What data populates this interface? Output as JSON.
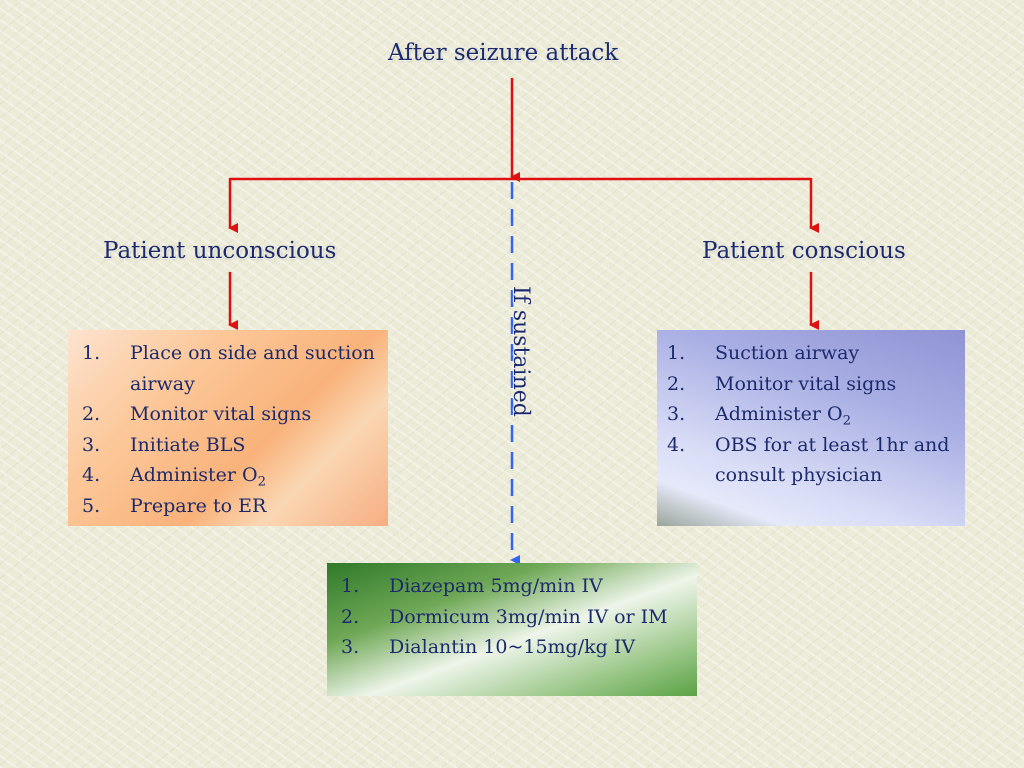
{
  "title": "After seizure attack",
  "branches": {
    "left_heading": "Patient unconscious",
    "right_heading": "Patient conscious",
    "center_label": "If sustained"
  },
  "left_box": {
    "items": [
      {
        "num": "1.",
        "text": "Place on side and suction airway"
      },
      {
        "num": "2.",
        "text": "Monitor vital signs"
      },
      {
        "num": "3.",
        "text": "Initiate BLS"
      },
      {
        "num": "4.",
        "text": "Administer O",
        "sub": "2"
      },
      {
        "num": "5.",
        "text": "Prepare to ER"
      }
    ]
  },
  "right_box": {
    "items": [
      {
        "num": "1.",
        "text": "Suction airway"
      },
      {
        "num": "2.",
        "text": "Monitor vital signs"
      },
      {
        "num": "3.",
        "text": "Administer O",
        "sub": "2"
      },
      {
        "num": "4.",
        "text": "OBS for at least 1hr and consult physician"
      }
    ]
  },
  "bottom_box": {
    "items": [
      {
        "num": "1.",
        "text": "Diazepam 5mg/min IV"
      },
      {
        "num": "2.",
        "text": "Dormicum 3mg/min IV or IM"
      },
      {
        "num": "3.",
        "text": "Dialantin 10~15mg/kg IV"
      }
    ]
  },
  "colors": {
    "arrow_red": "#dd1111",
    "arrow_blue": "#3366ee",
    "text": "#1c2a6b"
  }
}
